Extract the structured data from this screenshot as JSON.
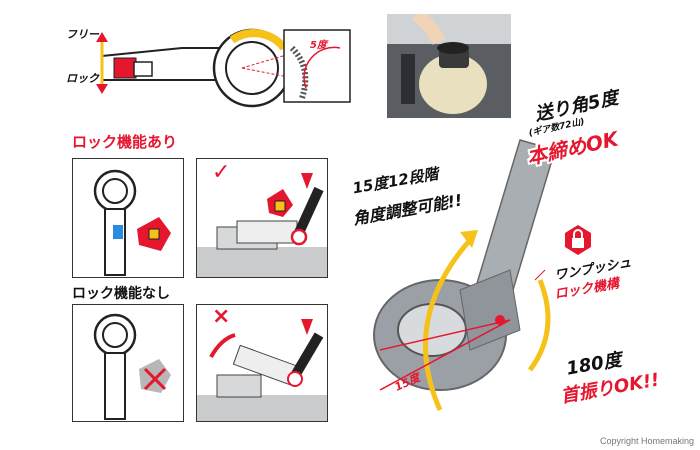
{
  "top_diagram": {
    "free_label": "フリー",
    "lock_label": "ロック",
    "angle_label": "5度"
  },
  "lock_section": {
    "title_with_lock": "ロック機能あり",
    "title_without_lock": "ロック機能なし",
    "check_mark": "✓",
    "cross_mark": "×"
  },
  "main_photo": {
    "headline_line1": "15度12段階",
    "headline_line2": "角度調整可能!!",
    "feed_angle_line": "送り角5度",
    "feed_angle_sub": "(ギア数72山)",
    "tighten_ok": "本締めOK",
    "one_push_line1": "ワンプッシュ",
    "one_push_line2": "ロック機構",
    "swing_line1": "180度",
    "swing_line2": "首振りOK!!",
    "arc_angle_label": "15度"
  },
  "footer": {
    "copyright": "Copyright Homemaking"
  },
  "colors": {
    "accent_red": "#e5172f",
    "accent_yellow": "#f6c21a",
    "metal_gray": "#9aa0a6"
  }
}
